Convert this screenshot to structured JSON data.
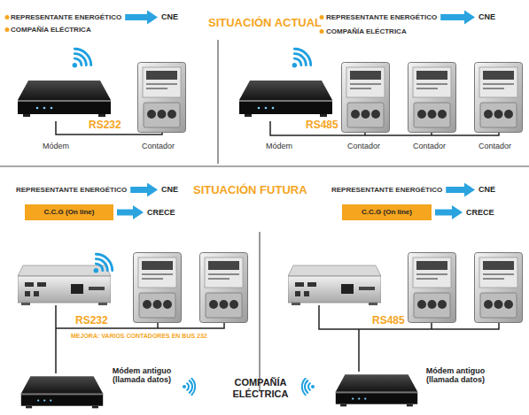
{
  "diagram": {
    "nodes": [
      {
        "text": [
          "REPRESENTANTE ENERGÉTICO"
        ]
      },
      {
        "text": [
          "CNE"
        ]
      },
      {
        "text": [
          "REPRESENTANTE ENERGÉTICO"
        ]
      },
      {
        "text": [
          "CNE"
        ]
      },
      {
        "text": [
          "REPRESENTANTE ENERGÉTICO"
        ]
      },
      {
        "text": [
          "CNE"
        ]
      },
      {
        "text": [
          "REPRESENTANTE ENERGÉTICO"
        ]
      },
      {
        "text": [
          "CNE"
        ]
      },
      {
        "text": [
          "C.C.G (On line)"
        ]
      },
      {
        "text": [
          "CRECE"
        ]
      },
      {
        "text": [
          "C.C.G (On line)"
        ]
      },
      {
        "text": [
          "CRECE"
        ]
      }
    ],
    "edges": [
      {
        "from": 0,
        "to": 1,
        "arrow": "to"
      },
      {
        "from": 2,
        "to": 3,
        "arrow": "to"
      },
      {
        "from": 4,
        "to": 5,
        "arrow": "to"
      },
      {
        "from": 6,
        "to": 7,
        "arrow": "to"
      },
      {
        "from": 8,
        "to": 9,
        "arrow": "to"
      },
      {
        "from": 10,
        "to": 11,
        "arrow": "to"
      }
    ],
    "labels": [
      "SITUACIÓN ACTUAL",
      "COMPAÑÍA ELÉCTRICA",
      "COMPAÑÍA ELÉCTRICA",
      "RS232",
      "Módem",
      "Contador",
      "RS485",
      "Módem",
      "Contador",
      "Contador",
      "Contador",
      "SITUACIÓN FUTURA",
      "RS232",
      "MEJORA: VARIOS CONTADORES EN BUS 232",
      "RS485",
      "Módem antiguo (llamada datos)",
      "COMPAÑÍA ELÉCTRICA",
      "Módem antiguo (llamada datos)"
    ]
  }
}
